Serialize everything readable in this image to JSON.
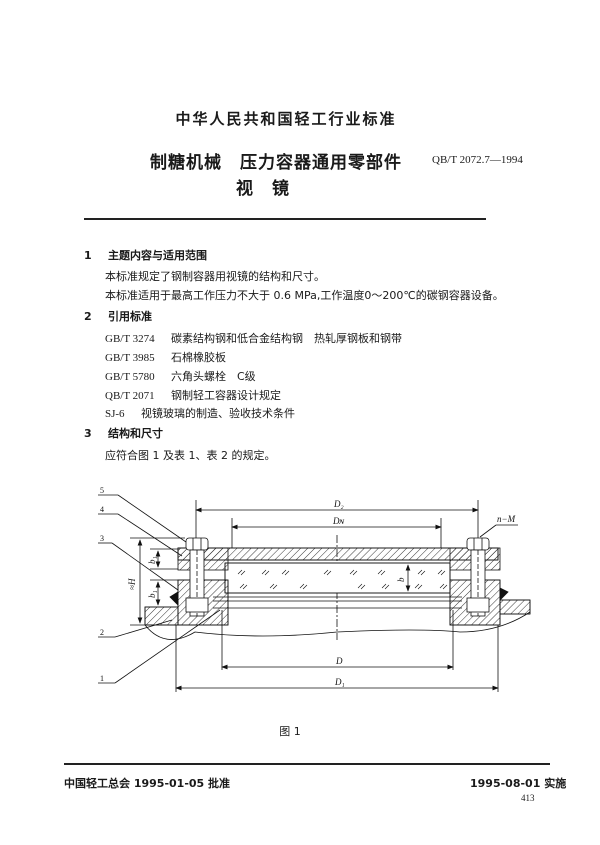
{
  "header": {
    "organization": "中华人民共和国轻工行业标准",
    "title_line1": "制糖机械　压力容器通用零部件",
    "title_line2": "视　镜",
    "standard_number": "QB/T 2072.7—1994"
  },
  "sections": [
    {
      "number": "1",
      "heading": "主题内容与适用范围",
      "paragraphs": [
        "本标准规定了钢制容器用视镜的结构和尺寸。",
        "本标准适用于最高工作压力不大于 0.6 MPa,工作温度0～200℃的碳钢容器设备。"
      ]
    },
    {
      "number": "2",
      "heading": "引用标准",
      "references": [
        {
          "code": "GB/T 3274",
          "name": "碳素结构钢和低合金结构钢　热轧厚钢板和钢带"
        },
        {
          "code": "GB/T 3985",
          "name": "石棉橡胶板"
        },
        {
          "code": "GB/T 5780",
          "name": "六角头螺栓　C级"
        },
        {
          "code": "QB/T 2071",
          "name": "钢制轻工容器设计规定"
        },
        {
          "code": "SJ-6",
          "name": "视镜玻璃的制造、验收技术条件"
        }
      ]
    },
    {
      "number": "3",
      "heading": "结构和尺寸",
      "paragraphs": [
        "应符合图 1 及表 1、表 2 的规定。"
      ]
    }
  ],
  "figure": {
    "caption": "图 1",
    "part_labels": [
      "5",
      "4",
      "3",
      "2",
      "1"
    ],
    "dimension_labels": {
      "d2": "D₂",
      "dn": "Dɴ",
      "d": "D",
      "d1": "D₁",
      "bolt": "n−M",
      "h": "≈H",
      "b1": "b₁",
      "b1_lower": "b₁",
      "b": "b"
    }
  },
  "footer": {
    "approval": "中国轻工总会 1995-01-05 批准",
    "implementation": "1995-08-01 实施",
    "page_number": "413"
  }
}
